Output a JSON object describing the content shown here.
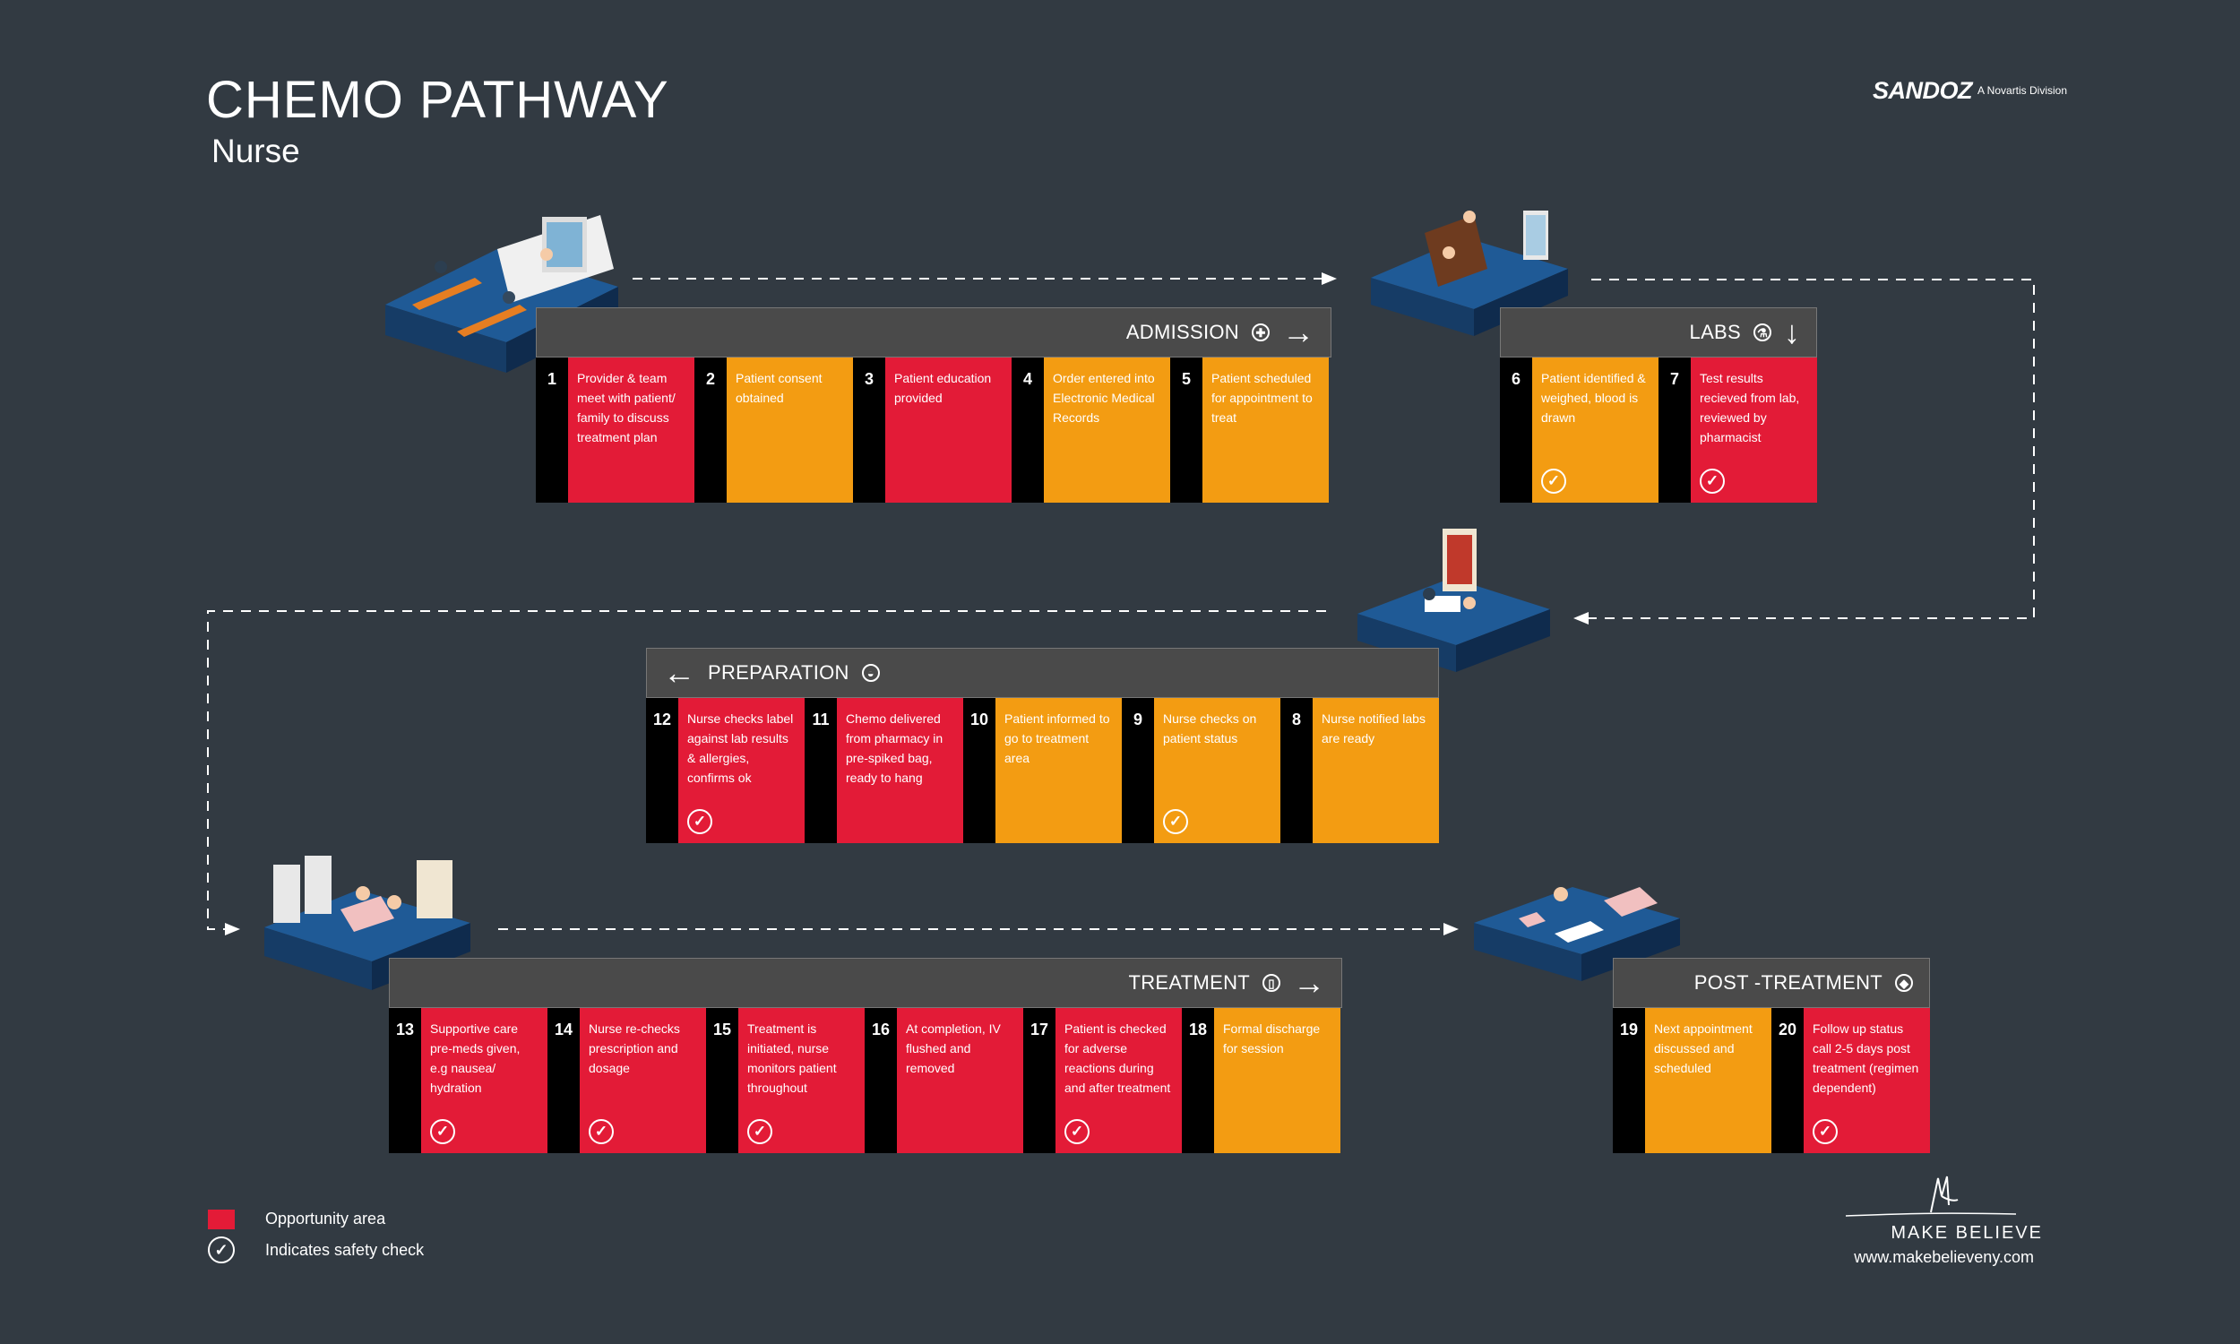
{
  "title": "CHEMO PATHWAY",
  "subtitle": "Nurse",
  "brand": {
    "name": "SANDOZ",
    "sub": "A Novartis Division"
  },
  "colors": {
    "background": "#323a42",
    "opportunity": "#e31b37",
    "standard": "#f39c12",
    "number_bar": "#000000",
    "header": "#4a4a4a"
  },
  "stages": [
    {
      "label": "ADMISSION",
      "icon": "plus-circle-icon",
      "glyph": "✚",
      "direction": "right-arrow-icon",
      "arrow": "→",
      "steps": [
        {
          "num": "1",
          "text": "Provider & team meet with patient/ family to discuss treatment plan",
          "color": "red",
          "check": false
        },
        {
          "num": "2",
          "text": "Patient consent obtained",
          "color": "orange",
          "check": false
        },
        {
          "num": "3",
          "text": "Patient education provided",
          "color": "red",
          "check": false
        },
        {
          "num": "4",
          "text": "Order entered into Electronic Medical Records",
          "color": "orange",
          "check": false
        },
        {
          "num": "5",
          "text": "Patient scheduled for appointment to treat",
          "color": "orange",
          "check": false
        }
      ]
    },
    {
      "label": "LABS",
      "icon": "flask-circle-icon",
      "glyph": "⚗",
      "direction": "down-arrow-icon",
      "arrow": "↓",
      "steps": [
        {
          "num": "6",
          "text": "Patient identified & weighed, blood is drawn",
          "color": "orange",
          "check": true
        },
        {
          "num": "7",
          "text": "Test results recieved from lab, reviewed by pharmacist",
          "color": "red",
          "check": true
        }
      ]
    },
    {
      "label": "PREPARATION",
      "icon": "pill-circle-icon",
      "glyph": "◒",
      "direction": "left-arrow-icon",
      "arrow": "←",
      "steps": [
        {
          "num": "12",
          "text": "Nurse checks label against lab results & allergies, confirms ok",
          "color": "red",
          "check": true
        },
        {
          "num": "11",
          "text": "Chemo delivered from pharmacy in pre-spiked bag, ready to hang",
          "color": "red",
          "check": false
        },
        {
          "num": "10",
          "text": "Patient informed to go to treatment area",
          "color": "orange",
          "check": false
        },
        {
          "num": "9",
          "text": "Nurse checks on patient status",
          "color": "orange",
          "check": true
        },
        {
          "num": "8",
          "text": "Nurse notified labs are ready",
          "color": "orange",
          "check": false
        }
      ]
    },
    {
      "label": "TREATMENT",
      "icon": "iv-bag-circle-icon",
      "glyph": "▯",
      "direction": "right-arrow-icon",
      "arrow": "→",
      "steps": [
        {
          "num": "13",
          "text": "Supportive care pre-meds given, e.g nausea/ hydration",
          "color": "red",
          "check": true
        },
        {
          "num": "14",
          "text": "Nurse re-checks prescription and dosage",
          "color": "red",
          "check": true
        },
        {
          "num": "15",
          "text": "Treatment is initiated, nurse monitors patient throughout",
          "color": "red",
          "check": true
        },
        {
          "num": "16",
          "text": "At completion, IV flushed and removed",
          "color": "red",
          "check": false
        },
        {
          "num": "17",
          "text": "Patient is checked for adverse reactions during and after treatment",
          "color": "red",
          "check": true
        },
        {
          "num": "18",
          "text": "Formal discharge for session",
          "color": "orange",
          "check": false
        }
      ]
    },
    {
      "label": "POST -TREATMENT",
      "icon": "shield-circle-icon",
      "glyph": "◆",
      "direction": "",
      "arrow": "",
      "steps": [
        {
          "num": "19",
          "text": "Next appointment discussed and scheduled",
          "color": "orange",
          "check": false
        },
        {
          "num": "20",
          "text": "Follow up status call 2-5 days post treatment (regimen dependent)",
          "color": "red",
          "check": true
        }
      ]
    }
  ],
  "legend": {
    "opportunity": "Opportunity area",
    "safety": "Indicates safety check",
    "check_glyph": "✓"
  },
  "footer": {
    "name": "MAKE BELIEVE",
    "url": "www.makebelieveny.com"
  }
}
